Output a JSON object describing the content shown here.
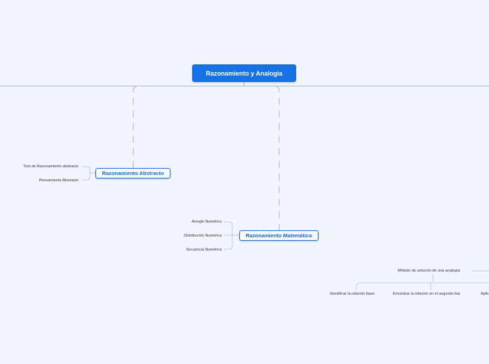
{
  "root": {
    "label": "Razonamiento y Analogia"
  },
  "branches": {
    "abstracto": {
      "label": "Razonamiento Abstracto",
      "children": [
        "Test de Razonamiento abstracto",
        "Pensamiento Abstracto"
      ]
    },
    "matematico": {
      "label": "Razonamiento Matemático",
      "children": [
        "Arreglo Numérico",
        "Distribución Numérica",
        "Secuencia Numérica"
      ]
    },
    "metodo": {
      "label": "Método de solución de una analogía",
      "children": [
        "Identificar la relación base",
        "Encontrar la relación en el segundo bar",
        "Aplic"
      ]
    }
  },
  "colors": {
    "background": "#f2f5fd",
    "root_fill": "#1573e6",
    "branch_border": "#1a73d9",
    "branch_text": "#1565c0",
    "connector": "#b8bcc8"
  }
}
